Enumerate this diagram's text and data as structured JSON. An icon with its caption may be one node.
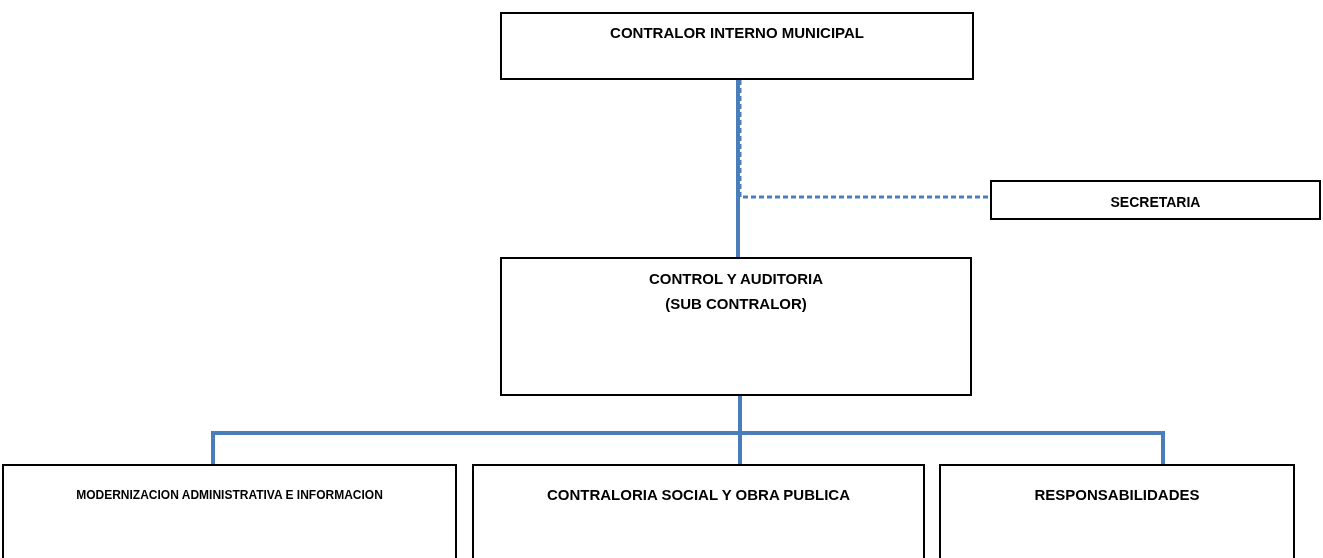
{
  "diagram": {
    "nodes": [
      {
        "text": [
          "CONTRALOR INTERNO MUNICIPAL"
        ]
      },
      {
        "text": [
          "SECRETARIA"
        ]
      },
      {
        "text": [
          "CONTROL Y AUDITORIA",
          "(SUB CONTRALOR)"
        ]
      },
      {
        "text": [
          "MODERNIZACION ADMINISTRATIVA E INFORMACION"
        ]
      },
      {
        "text": [
          "CONTRALORIA SOCIAL Y OBRA PUBLICA"
        ]
      },
      {
        "text": [
          "RESPONSABILIDADES"
        ]
      }
    ],
    "edges": [
      {
        "from": 0,
        "to": 2,
        "arrow": "none"
      },
      {
        "from": 0,
        "to": 1,
        "arrow": "none",
        "style": "dashed"
      },
      {
        "from": 2,
        "to": 3,
        "arrow": "none"
      },
      {
        "from": 2,
        "to": 4,
        "arrow": "none"
      },
      {
        "from": 2,
        "to": 5,
        "arrow": "none"
      }
    ]
  }
}
